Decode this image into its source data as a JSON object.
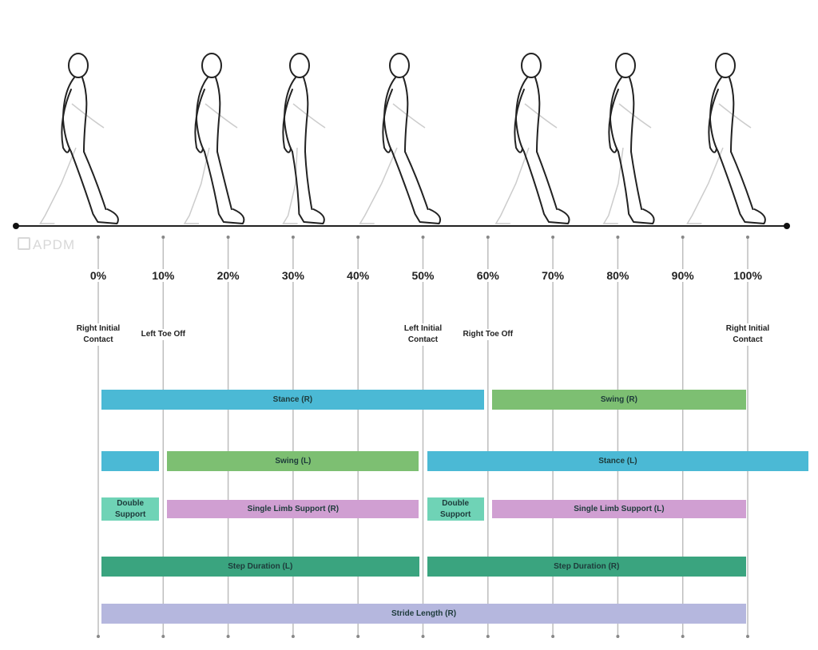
{
  "logo": "APDM",
  "percent_labels": [
    "0%",
    "10%",
    "20%",
    "30%",
    "40%",
    "50%",
    "60%",
    "70%",
    "80%",
    "90%",
    "100%"
  ],
  "events": [
    {
      "label_line1": "Right Initial",
      "label_line2": "Contact",
      "percent": 0
    },
    {
      "label_line1": "Left Toe Off",
      "label_line2": "",
      "percent": 10
    },
    {
      "label_line1": "Left Initial",
      "label_line2": "Contact",
      "percent": 50
    },
    {
      "label_line1": "Right Toe Off",
      "label_line2": "",
      "percent": 60
    },
    {
      "label_line1": "Right Initial",
      "label_line2": "Contact",
      "percent": 100
    }
  ],
  "colors": {
    "stance": "#4bb9d5",
    "swing": "#7dbf72",
    "double_support": "#6fd3b6",
    "single_limb": "#d09fd2",
    "step": "#3aa47f",
    "stride": "#b5b7de",
    "grid": "#bdbdbd"
  },
  "bars": [
    {
      "label": "Stance (R)",
      "row": 0,
      "start": 0,
      "end": 60,
      "color": "stance"
    },
    {
      "label": "Swing (R)",
      "row": 0,
      "start": 60,
      "end": 100,
      "color": "swing"
    },
    {
      "label": "",
      "row": 1,
      "start": 0,
      "end": 10,
      "color": "stance"
    },
    {
      "label": "Swing (L)",
      "row": 1,
      "start": 10,
      "end": 50,
      "color": "swing"
    },
    {
      "label": "Stance (L)",
      "row": 1,
      "start": 50,
      "end": 110,
      "color": "stance"
    },
    {
      "label": "Double Support",
      "row": 2,
      "start": 0,
      "end": 10,
      "color": "double_support"
    },
    {
      "label": "Single Limb Support (R)",
      "row": 2,
      "start": 10,
      "end": 50,
      "color": "single_limb"
    },
    {
      "label": "Double Support",
      "row": 2,
      "start": 50,
      "end": 60,
      "color": "double_support"
    },
    {
      "label": "Single Limb Support (L)",
      "row": 2,
      "start": 60,
      "end": 100,
      "color": "single_limb"
    },
    {
      "label": "Step Duration (L)",
      "row": 3,
      "start": 0,
      "end": 50,
      "color": "step"
    },
    {
      "label": "Step Duration (R)",
      "row": 3,
      "start": 50,
      "end": 100,
      "color": "step"
    },
    {
      "label": "Stride Length (R)",
      "row": 4,
      "start": 0,
      "end": 100,
      "color": "stride"
    }
  ]
}
